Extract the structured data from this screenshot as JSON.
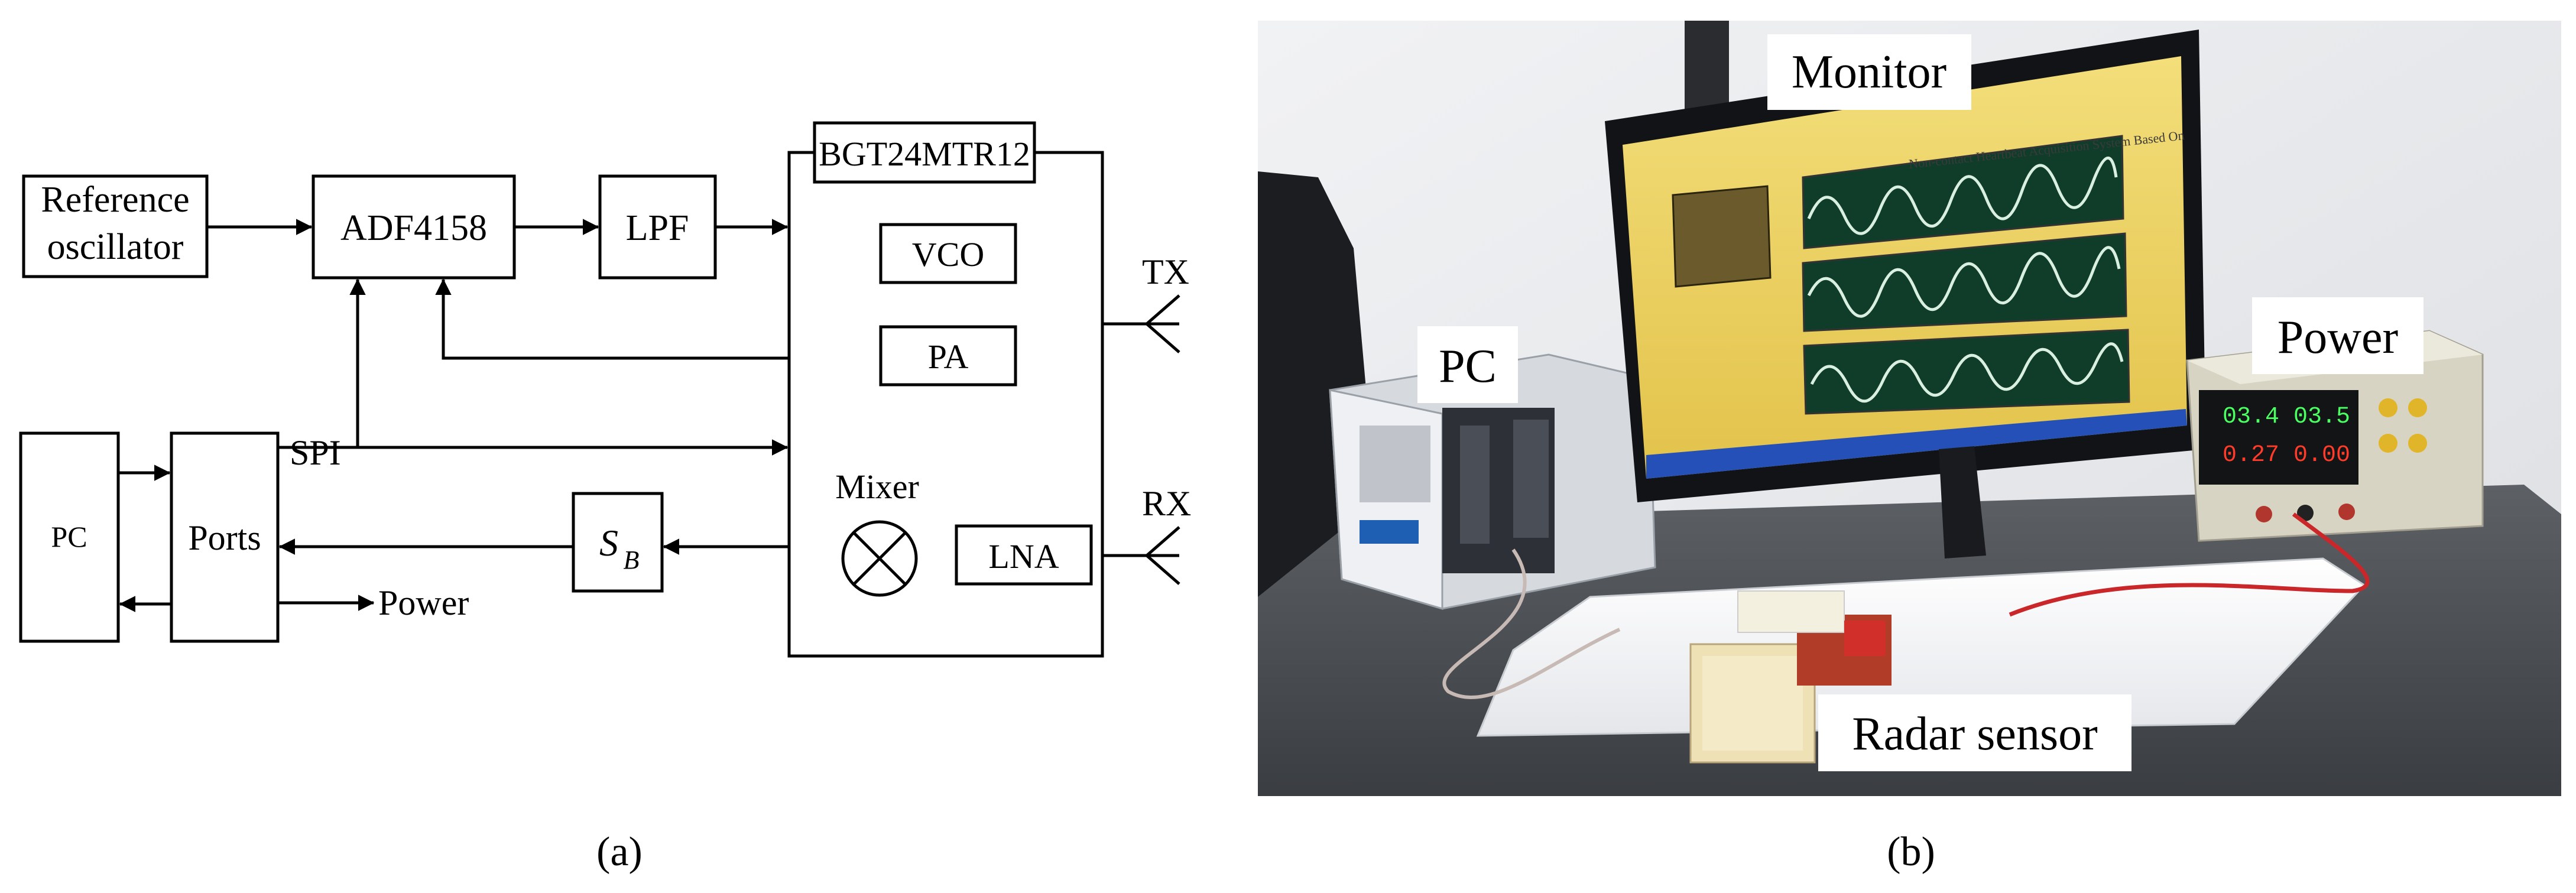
{
  "panel_a": {
    "blocks": {
      "ref_osc_line1": "Reference",
      "ref_osc_line2": "oscillator",
      "adf": "ADF4158",
      "lpf": "LPF",
      "bgt": "BGT24MTR12",
      "vco": "VCO",
      "pa": "PA",
      "pc": "PC",
      "ports": "Ports",
      "sb_main": "S",
      "sb_sub": "B",
      "mixer": "Mixer",
      "lna": "LNA"
    },
    "signals": {
      "spi": "SPI",
      "power": "Power",
      "tx": "TX",
      "rx": "RX"
    },
    "caption": "(a)"
  },
  "panel_b": {
    "labels": {
      "monitor": "Monitor",
      "pc": "PC",
      "power": "Power",
      "radar": "Radar sensor"
    },
    "screen_title": "Non-contact Heartbeat Acquisition System Based On",
    "psu_readouts": [
      "03.4",
      "03.5",
      "0.27",
      "0.00"
    ],
    "caption": "(b)"
  },
  "colors": {
    "screen_bg": "#e8c850",
    "plot_bg": "#0f3d2a",
    "waveform": "#d9efe0",
    "taskbar": "#2450b8",
    "psu_red": "#ff3b2a",
    "psu_green": "#4aff62"
  }
}
